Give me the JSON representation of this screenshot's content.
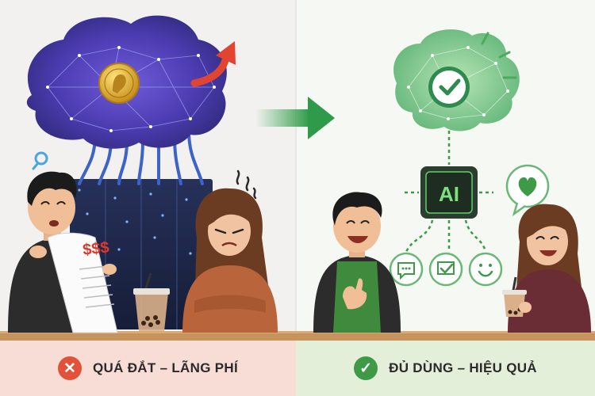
{
  "illustration": {
    "money_sign": "$$$",
    "chip_label": "AI"
  },
  "banners": {
    "left": {
      "icon": "close-circle-icon",
      "glyph": "✕",
      "label": "QUÁ ĐẮT – LÃNG PHÍ",
      "color": "#e2523a"
    },
    "right": {
      "icon": "check-circle-icon",
      "glyph": "✓",
      "label": "ĐỦ DÙNG – HIỆU QUẢ",
      "color": "#3e9a46"
    }
  }
}
